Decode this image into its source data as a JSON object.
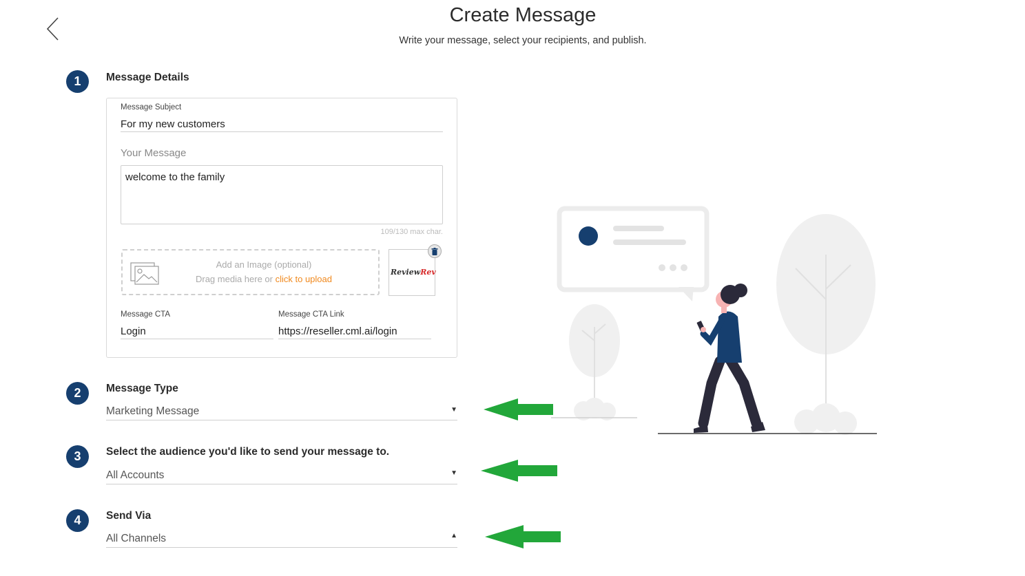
{
  "header": {
    "title": "Create Message",
    "subtitle": "Write your message, select your recipients, and publish."
  },
  "steps": [
    {
      "number": "1",
      "title": "Message Details"
    },
    {
      "number": "2",
      "title": "Message Type"
    },
    {
      "number": "3",
      "title": "Select the audience you'd like to send your message to."
    },
    {
      "number": "4",
      "title": "Send Via"
    }
  ],
  "details": {
    "subject_label": "Message Subject",
    "subject_value": "For my new customers",
    "message_label": "Your Message",
    "message_value": "welcome to the family",
    "char_count": "109/130 max char.",
    "image_title": "Add an Image (optional)",
    "image_drag_text": "Drag media here or",
    "image_upload_link": "click to upload",
    "thumb_logo_review": "Review",
    "thumb_logo_rev": "Rev",
    "cta_label": "Message CTA",
    "cta_value": "Login",
    "cta_link_label": "Message CTA Link",
    "cta_link_value": "https://reseller.cml.ai/login"
  },
  "message_type": {
    "selected": "Marketing Message",
    "caret": "▼"
  },
  "audience": {
    "selected": "All Accounts",
    "caret": "▼"
  },
  "send_via": {
    "selected": "All Channels",
    "caret": "▲"
  },
  "colors": {
    "badge": "#163f6f",
    "arrow": "#22a73a",
    "link": "#f0891e",
    "illustration_gray": "#f0f0f0",
    "figure_navy": "#163f6f"
  }
}
